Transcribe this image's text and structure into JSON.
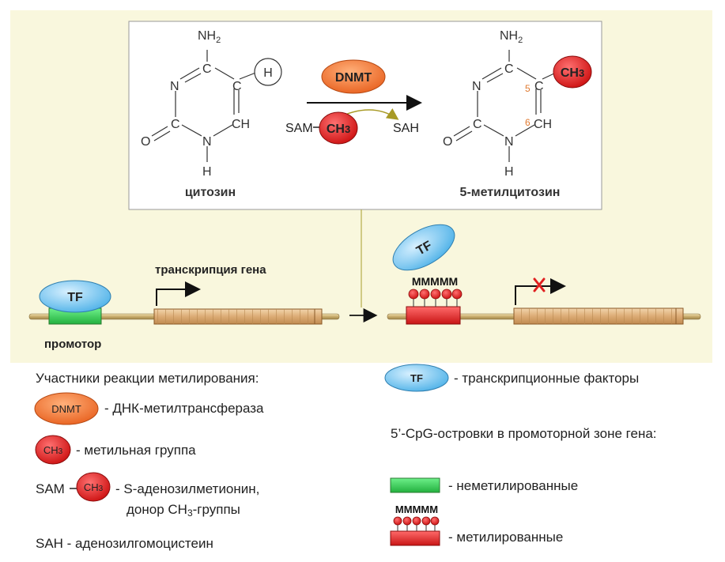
{
  "reaction": {
    "dnmt_label": "DNMT",
    "sam_label": "SAM",
    "ch3_label": "CH3",
    "sah_label": "SAH",
    "cytosine": {
      "nh2": "NH2",
      "atom_c": "C",
      "atom_n": "N",
      "atom_ch": "CH",
      "atom_o": "O",
      "atom_h": "H",
      "hydrogen_circle": "H",
      "name": "цитозин"
    },
    "methylcytosine": {
      "nh2": "NH2",
      "atom_c": "C",
      "atom_n": "N",
      "atom_ch": "CH",
      "atom_o": "O",
      "atom_h": "H",
      "pos5": "5",
      "pos6": "6",
      "ch3": "CH3",
      "name": "5-метилцитозин"
    }
  },
  "gene_left": {
    "tf_label": "TF",
    "transcription_label": "транскрипция гена",
    "promoter_label": "промотор"
  },
  "gene_right": {
    "tf_label": "TF",
    "methyl_marks": "MMMMM"
  },
  "legend": {
    "heading": "Участники реакции метилирования:",
    "dnmt_badge": "DNMT",
    "dnmt_text": "- ДНК-метилтрансфераза",
    "ch3_badge": "CH3",
    "ch3_text": "- метильная группа",
    "sam_prefix": "SAM",
    "sam_ch3": "CH3",
    "sam_text_1": "- S-аденозилметионин,",
    "sam_text_2": "донор CH3-группы",
    "sah_text": "SAH - аденозилгомоцистеин",
    "tf_badge": "TF",
    "tf_text": "- транскрипционные факторы",
    "cpg_heading": "5’-CpG-островки в промоторной зоне гена:",
    "unmethylated_text": "- неметилированные",
    "methyl_marks": "MMMMM",
    "methylated_text": "- метилированные"
  },
  "colors": {
    "panel_bg": "#f9f7dd",
    "tf_blue": "#7ec8ef",
    "dnmt_orange": "#f07030",
    "ch3_red": "#e02020",
    "promoter_green": "#2fd34e",
    "methyl_red": "#e53030",
    "gene_tan": "#e3b989"
  }
}
